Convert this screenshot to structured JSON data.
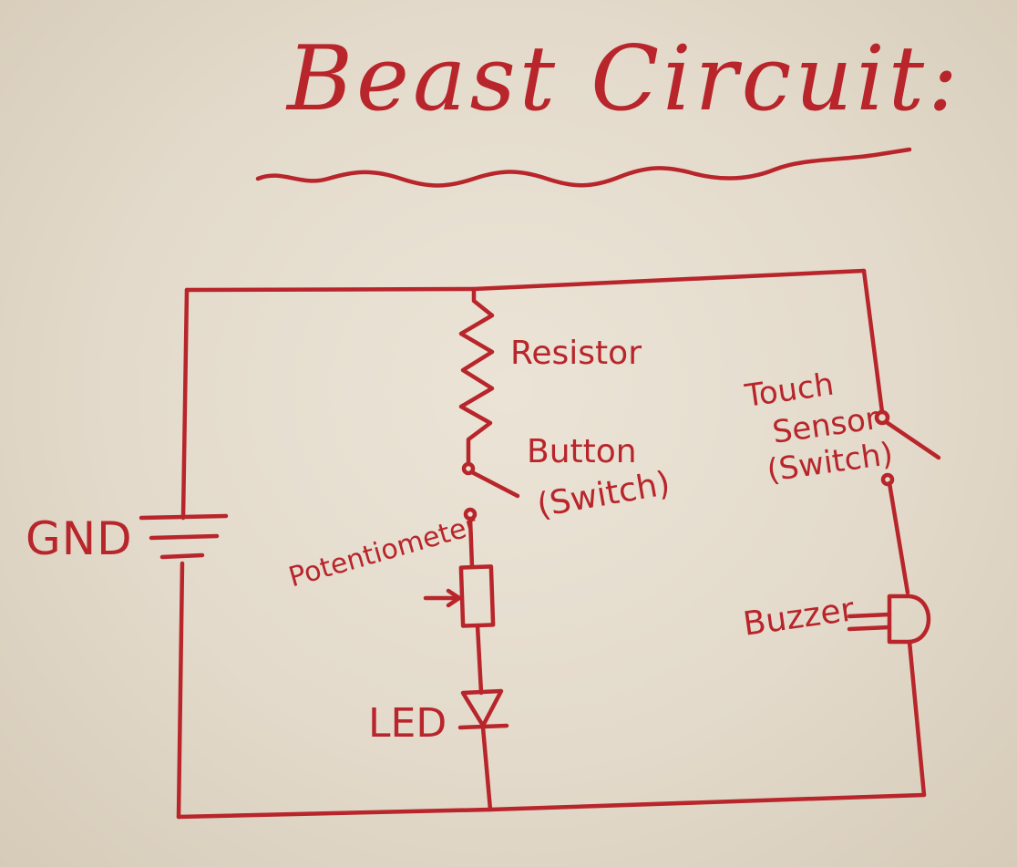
{
  "style": {
    "ink_color": "#b8252b"
  },
  "title": "Beast Circuit:",
  "labels": {
    "gnd": "GND",
    "resistor": "Resistor",
    "button": "Button",
    "button_sub": "(Switch)",
    "touch": "Touch",
    "sensor": "Sensor",
    "sensor_sub": "(Switch)",
    "potentiometer": "Potentiometer",
    "buzzer": "Buzzer",
    "led": "LED"
  }
}
